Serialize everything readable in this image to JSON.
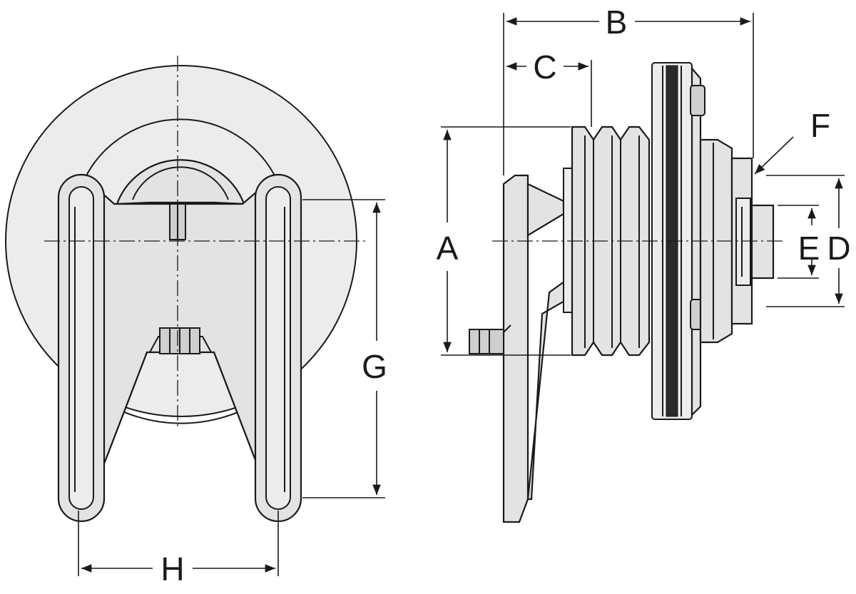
{
  "dimension_labels": {
    "a": "A",
    "b": "B",
    "c": "C",
    "d": "D",
    "e": "E",
    "f": "F",
    "g": "G",
    "h": "H"
  },
  "colors": {
    "line": "#1a1a1a",
    "fill": "#e3e3e3",
    "background": "#ffffff"
  }
}
